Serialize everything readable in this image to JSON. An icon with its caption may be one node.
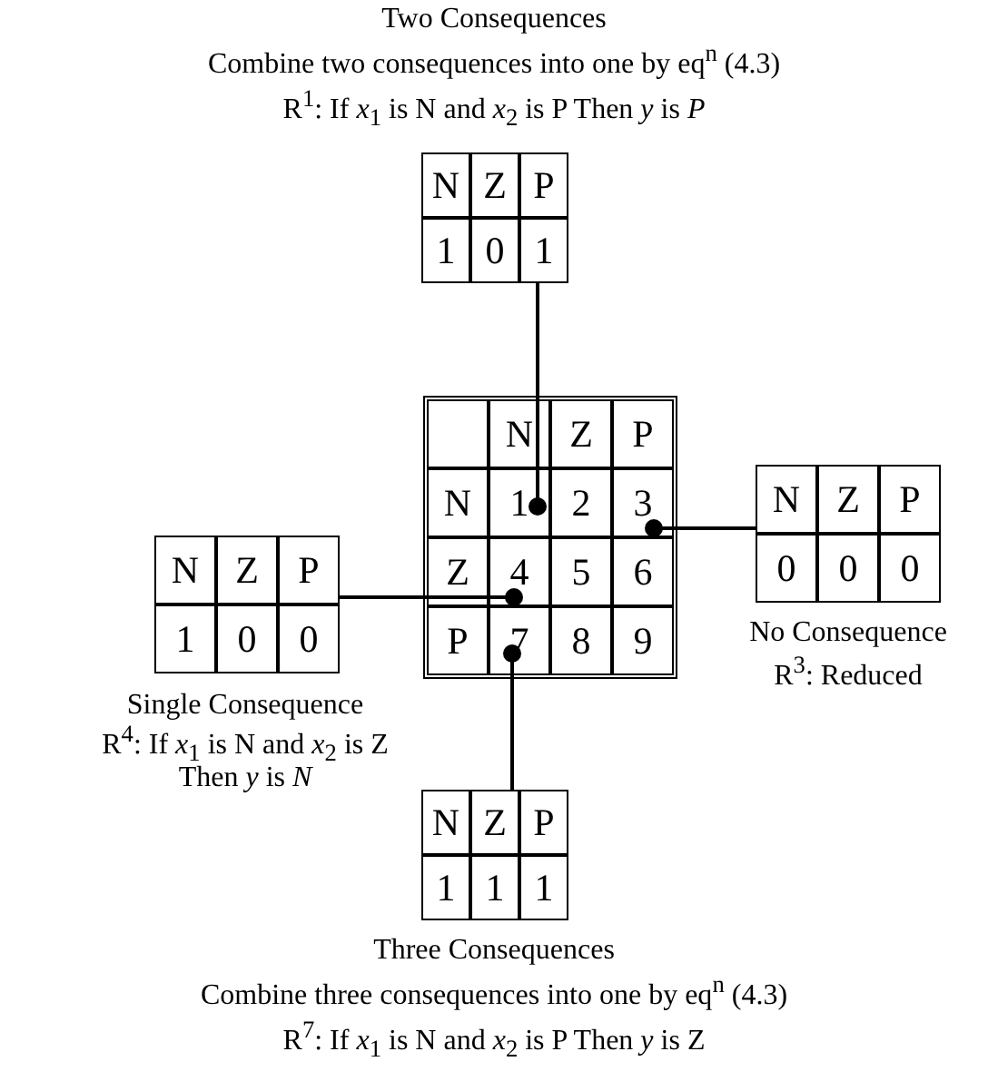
{
  "diagram": {
    "nodes": [
      {
        "text": [],
        "shape": "box"
      },
      {
        "text": [],
        "shape": "box",
        "in": 0
      },
      {
        "text": [
          "N"
        ],
        "in": 0
      },
      {
        "text": [
          "Z"
        ],
        "in": 0
      },
      {
        "text": [
          "P"
        ],
        "in": 0
      },
      {
        "text": [
          "N"
        ],
        "in": 0
      },
      {
        "text": [
          "1"
        ],
        "in": 0
      },
      {
        "text": [
          "2"
        ],
        "in": 0
      },
      {
        "text": [
          "3"
        ],
        "in": 0
      },
      {
        "text": [
          "Z"
        ],
        "in": 0
      },
      {
        "text": [
          "4"
        ],
        "in": 0
      },
      {
        "text": [
          "5"
        ],
        "in": 0
      },
      {
        "text": [
          "6"
        ],
        "in": 0
      },
      {
        "text": [
          "P"
        ],
        "in": 0
      },
      {
        "text": [
          "7"
        ],
        "in": 0
      },
      {
        "text": [
          "8"
        ],
        "in": 0
      },
      {
        "text": [
          "9"
        ],
        "in": 0
      },
      {
        "text": [
          "N",
          "Z",
          "P",
          "1",
          "0",
          "1"
        ],
        "beside": [
          "Two Consequences",
          "Combine two consequences into one by eq$^{n}$ (4.3)",
          "R$^{1}$: If *x*$_{1}$ is N and *x*$_{2}$ is P Then *y* is *P*"
        ]
      },
      {
        "text": [
          "N",
          "Z",
          "P",
          "0",
          "0",
          "0"
        ],
        "beside": [
          "No Consequence",
          "R$^{3}$: Reduced"
        ]
      },
      {
        "text": [
          "N",
          "Z",
          "P",
          "1",
          "0",
          "0"
        ],
        "beside": [
          "Single Consequence",
          "R$^{4}$: If *x*$_{1}$ is N and *x*$_{2}$ is Z Then *y* is *N*"
        ]
      },
      {
        "text": [
          "N",
          "Z",
          "P",
          "1",
          "1",
          "1"
        ],
        "beside": [
          "Three Consequences",
          "Combine three consequences into one by eq$^{n}$ (4.3)",
          "R$^{7}$: If *x*$_{1}$ is N and *x*$_{2}$ is P Then *y* is Z"
        ]
      }
    ],
    "edges": [
      {
        "from": 17,
        "to": 6,
        "arrow": "other"
      },
      {
        "from": 18,
        "to": 8,
        "arrow": "other"
      },
      {
        "from": 19,
        "to": 10,
        "arrow": "other"
      },
      {
        "from": 20,
        "to": 14,
        "arrow": "other"
      }
    ]
  }
}
